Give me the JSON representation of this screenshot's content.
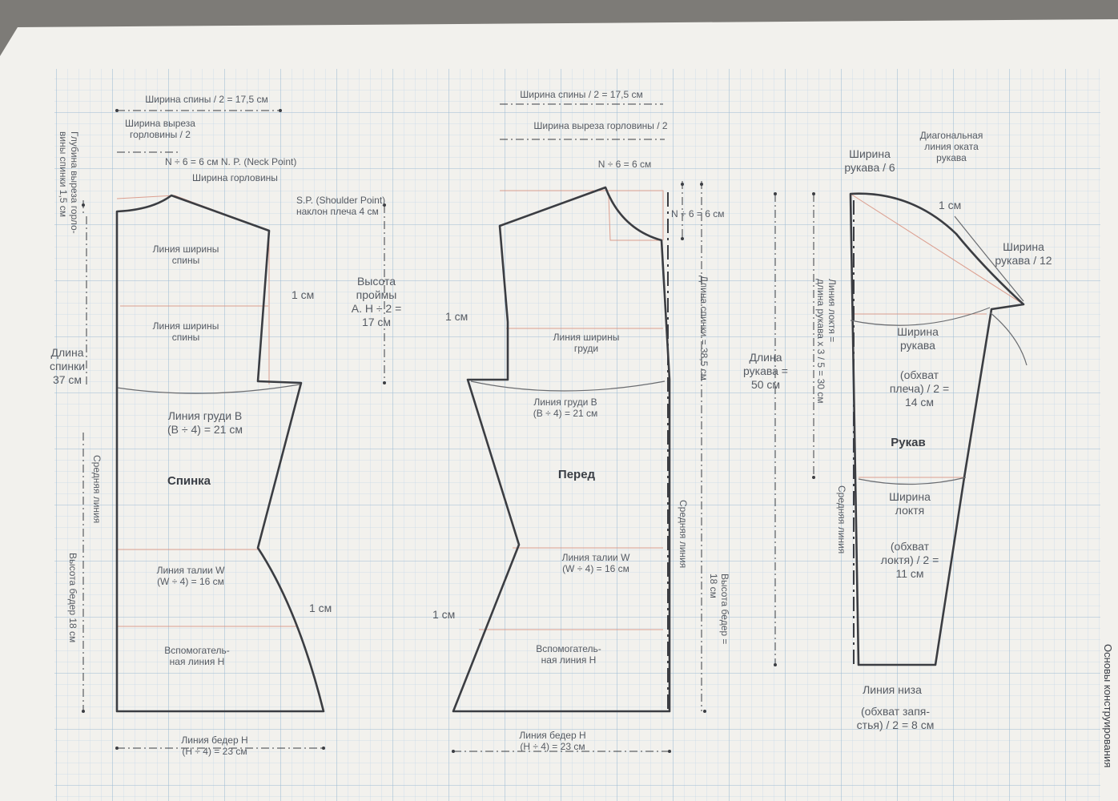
{
  "colors": {
    "paper": "#f3f2ee",
    "grid_minor": "#bfd5e6",
    "grid_major": "#98b6cf",
    "outline": "#3b3d42",
    "guide": "#d88d80",
    "text": "#565b63"
  },
  "back": {
    "back_width": "Ширина спины / 2 = 17,5 см",
    "neck_cut_width": "Ширина выреза\nгорловины / 2",
    "neck_depth": "Глубина выреза горло-\nвины спинки 1,5 см",
    "neck_point": "N ÷ 6 = 6 см  N. P. (Neck Point)",
    "neck_width": "Ширина горловины",
    "shoulder_point": "S.P. (Shoulder Point)\nнаклон плеча 4 см",
    "back_width_line_1": "Линия ширины\nспины",
    "back_width_line_2": "Линия ширины\nспины",
    "armhole_offset": "1 см",
    "armhole_height": "Высота\nпроймы\nA. H ÷ 2 =\n17 см",
    "back_length": "Длина\nспинки\n37 см",
    "bust_line": "Линия груди B\n(B ÷ 4) = 21 см",
    "title": "Спинка",
    "center_line": "Средняя линия",
    "waist_line": "Линия талии W\n(W ÷ 4) = 16 см",
    "hip_height": "Высота бедер 18 см",
    "hem_offset": "1 см",
    "aux_line": "Вспомогатель-\nная линия H",
    "hip_line": "Линия бедер H\n(H ÷ 4) = 23 см"
  },
  "front": {
    "back_width": "Ширина спины / 2 = 17,5 см",
    "neck_cut_width": "Ширина выреза горловины / 2",
    "neck_top": "N ÷ 6 = 6 см",
    "neck_side": "N ÷ 6 = 6 см",
    "armhole_offset": "1 см",
    "chest_width_line": "Линия ширины\nгруди",
    "back_length": "Длина спинки = 38,5 см",
    "bust_line": "Линия груди B\n(B ÷ 4) = 21 см",
    "title": "Перед",
    "center_line": "Средняя линия",
    "waist_line": "Линия талии W\n(W ÷ 4) = 16 см",
    "hip_height": "Высота бедер =\n18 см",
    "hem_offset": "1 см",
    "aux_line": "Вспомогатель-\nная линия H",
    "hip_line": "Линия бедер H\n(H ÷ 4) = 23 см"
  },
  "sleeve": {
    "width_6": "Ширина\nрукава / 6",
    "diagonal": "Диагональная\nлиния оката\nрукава",
    "offset": "1 см",
    "width_12": "Ширина\nрукава / 12",
    "sleeve_width": "Ширина\nрукава",
    "shoulder_girth": "(обхват\nплеча) / 2 =\n14 см",
    "sleeve_length": "Длина\nрукава =\n50 см",
    "elbow_line": "Линия локтя =\nдлина рукава х 3 / 5 = 30 см",
    "title": "Рукав",
    "elbow_width": "Ширина\nлоктя",
    "elbow_girth": "(обхват\nлоктя) / 2 =\n11 см",
    "center_line": "Средняя линия",
    "hem_line": "Линия низа",
    "wrist_girth": "(обхват запя-\nстья) / 2 = 8 см"
  },
  "margin_title": "Основы конструирования"
}
